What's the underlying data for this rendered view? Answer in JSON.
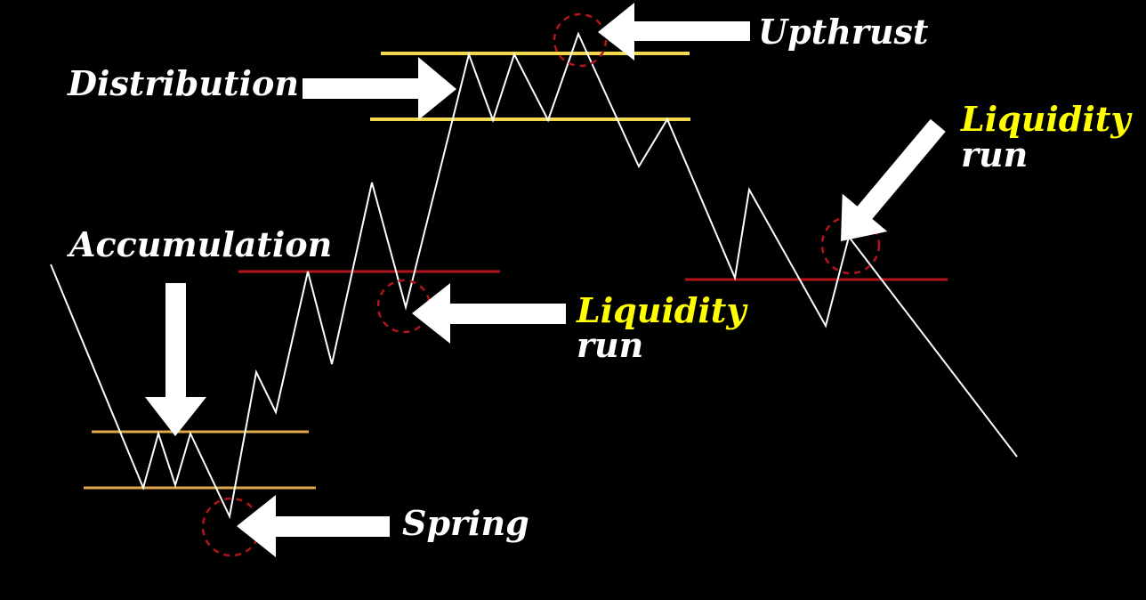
{
  "labels": {
    "upthrust": "Upthrust",
    "distribution": "Distribution",
    "accumulation": "Accumulation",
    "spring": "Spring",
    "liquidity_run_1": {
      "line1": "Liquidity",
      "line2": "run"
    },
    "liquidity_run_2": {
      "line1": "Liquidity",
      "line2": "run"
    }
  },
  "colors": {
    "background": "#000000",
    "price_line": "#ffffff",
    "range_line_distribution": "#f2d94e",
    "range_line_accumulation": "#e0a84a",
    "liquidity_level": "#b3151b",
    "highlight_circle": "#b3151b",
    "label_white": "#ffffff",
    "label_yellow": "#ffff00",
    "arrow": "#ffffff"
  }
}
